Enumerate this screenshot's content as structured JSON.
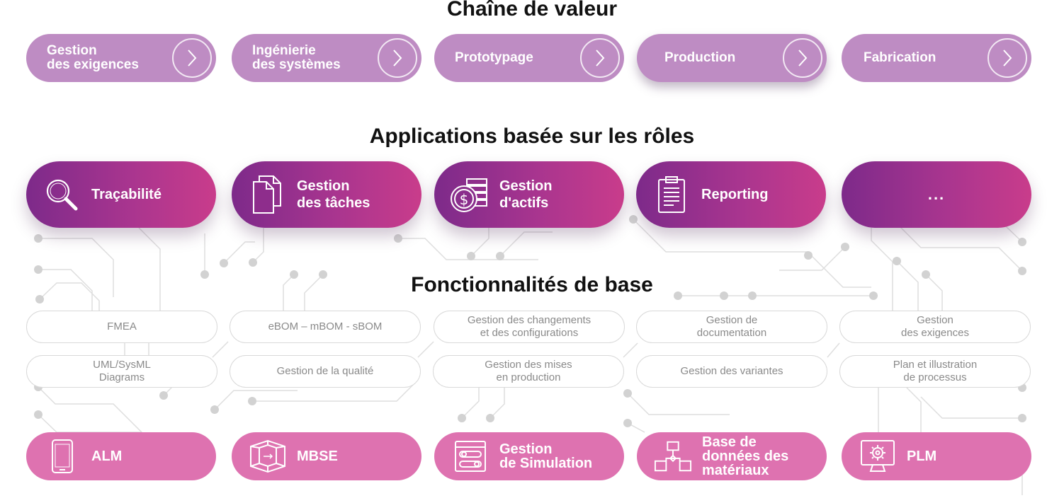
{
  "sections": {
    "value_chain": "Chaîne de valeur",
    "roles": "Applications basée sur les rôles",
    "features": "Fonctionnalités de base"
  },
  "value_chain": [
    {
      "label": "Gestion\ndes exigences"
    },
    {
      "label": "Ingénierie\ndes systèmes"
    },
    {
      "label": "Prototypage"
    },
    {
      "label": "Production"
    },
    {
      "label": "Fabrication"
    }
  ],
  "roles": [
    {
      "label": "Traçabilité",
      "icon": "magnifier-icon"
    },
    {
      "label": "Gestion\ndes tâches",
      "icon": "documents-icon"
    },
    {
      "label": "Gestion\nd'actifs",
      "icon": "coin-icon"
    },
    {
      "label": "Reporting",
      "icon": "clipboard-icon"
    },
    {
      "label": "..."
    }
  ],
  "features": [
    "FMEA",
    "eBOM – mBOM - sBOM",
    "Gestion des changements\net des configurations",
    "Gestion de\ndocumentation",
    "Gestion\ndes exigences",
    "UML/SysML\nDiagrams",
    "Gestion de la qualité",
    "Gestion des mises\nen production",
    "Gestion des variantes",
    "Plan et illustration\nde processus"
  ],
  "base": [
    {
      "label": "ALM",
      "icon": "tablet-icon"
    },
    {
      "label": "MBSE",
      "icon": "cube-icon"
    },
    {
      "label": "Gestion\nde Simulation",
      "icon": "simulation-window-icon"
    },
    {
      "label": "Base de\ndonnées des\nmatériaux",
      "icon": "flowchart-icon"
    },
    {
      "label": "PLM",
      "icon": "monitor-gear-icon"
    }
  ],
  "colors": {
    "value_chain": "#be8cc3",
    "role_gradient": [
      "#7d2a8a",
      "#c93c8b"
    ],
    "base": "#de72b0",
    "feature_text": "#8a8a8a",
    "circuit": "#cfcfcf"
  }
}
